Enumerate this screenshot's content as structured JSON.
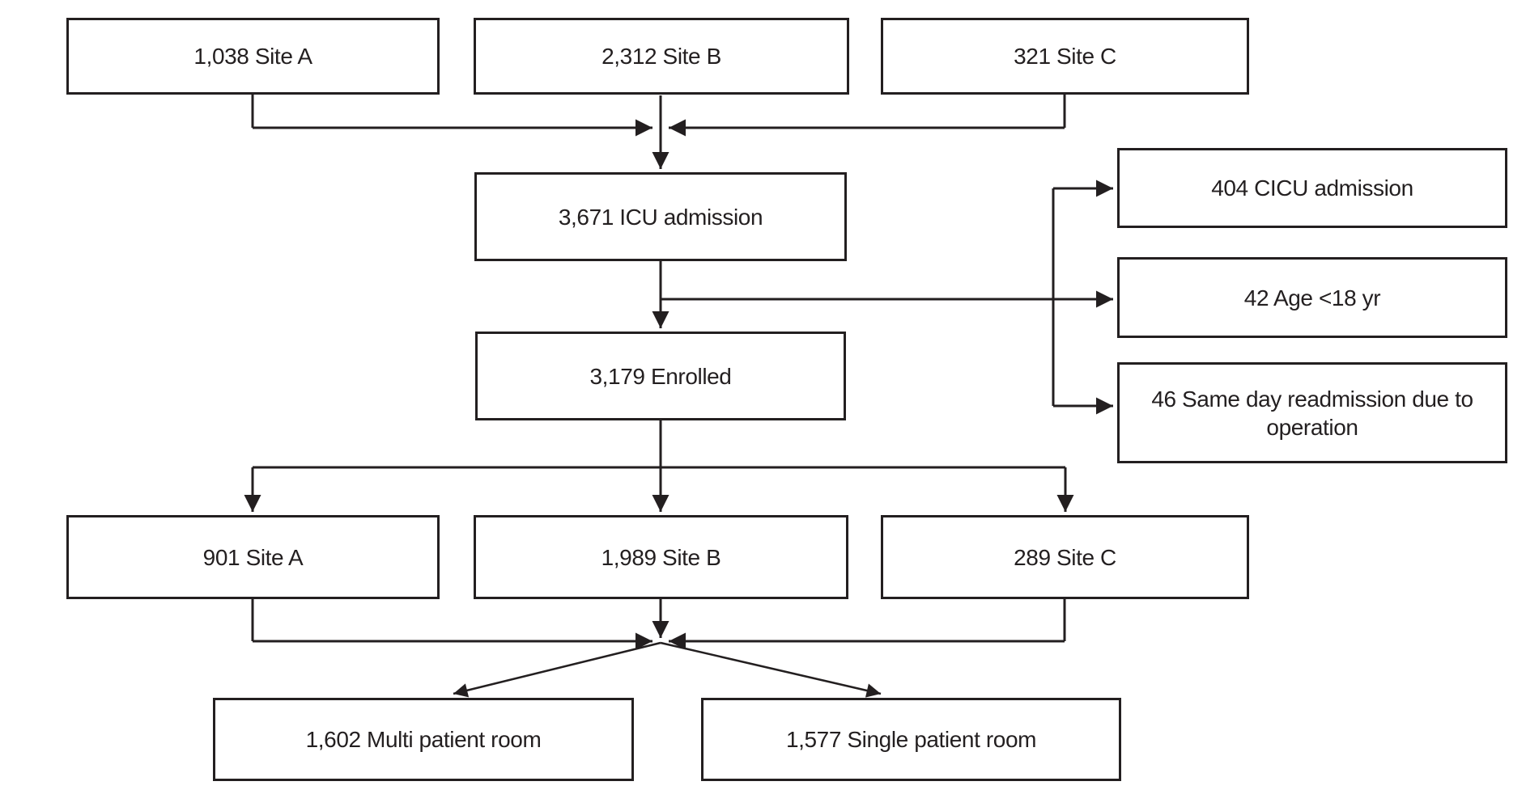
{
  "figure": {
    "type": "flowchart",
    "background_color": "#ffffff",
    "line_color": "#231f20",
    "text_color": "#231f20"
  },
  "nodes": {
    "site_a_top": {
      "label": "1,038 Site A"
    },
    "site_b_top": {
      "label": "2,312 Site B"
    },
    "site_c_top": {
      "label": "321 Site C"
    },
    "icu_admission": {
      "label": "3,671 ICU admission"
    },
    "excl_cicu": {
      "label": "404 CICU admission"
    },
    "excl_age": {
      "label": "42 Age <18 yr"
    },
    "excl_readmission": {
      "label": "46 Same day readmission due to operation"
    },
    "enrolled": {
      "label": "3,179 Enrolled"
    },
    "site_a_enrolled": {
      "label": "901 Site A"
    },
    "site_b_enrolled": {
      "label": "1,989 Site B"
    },
    "site_c_enrolled": {
      "label": "289 Site C"
    },
    "multi_room": {
      "label": "1,602 Multi patient room"
    },
    "single_room": {
      "label": "1,577 Single patient room"
    }
  },
  "edges": [
    {
      "from": "site_a_top",
      "to": "icu_admission"
    },
    {
      "from": "site_b_top",
      "to": "icu_admission"
    },
    {
      "from": "site_c_top",
      "to": "icu_admission"
    },
    {
      "from": "icu_admission",
      "to": "excl_cicu"
    },
    {
      "from": "icu_admission",
      "to": "excl_age"
    },
    {
      "from": "icu_admission",
      "to": "excl_readmission"
    },
    {
      "from": "icu_admission",
      "to": "enrolled"
    },
    {
      "from": "enrolled",
      "to": "site_a_enrolled"
    },
    {
      "from": "enrolled",
      "to": "site_b_enrolled"
    },
    {
      "from": "enrolled",
      "to": "site_c_enrolled"
    },
    {
      "from": "site_a_enrolled",
      "to": "multi_room"
    },
    {
      "from": "site_b_enrolled",
      "to": "multi_room"
    },
    {
      "from": "site_c_enrolled",
      "to": "multi_room"
    },
    {
      "from": "site_a_enrolled",
      "to": "single_room"
    },
    {
      "from": "site_b_enrolled",
      "to": "single_room"
    },
    {
      "from": "site_c_enrolled",
      "to": "single_room"
    }
  ]
}
